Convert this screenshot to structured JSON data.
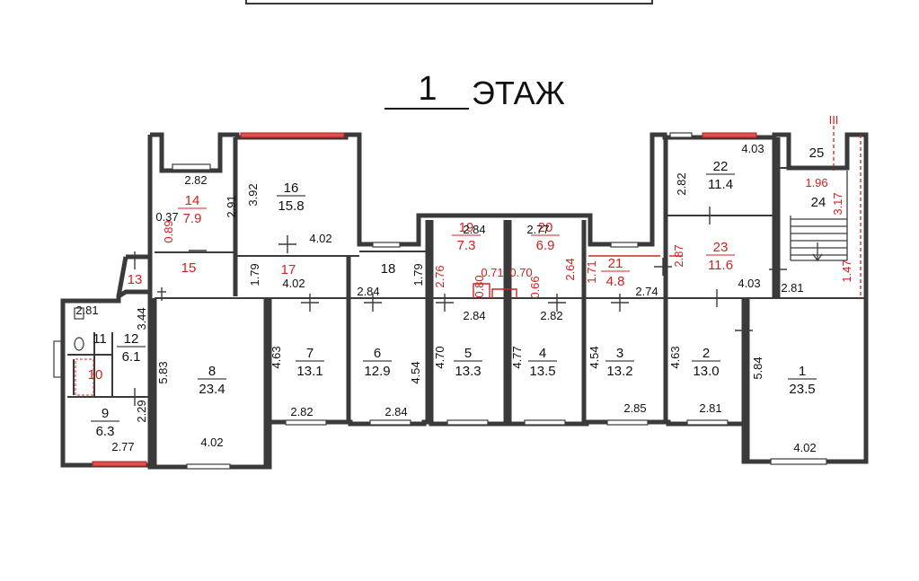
{
  "title": {
    "number": "1",
    "word": "ЭТАЖ"
  },
  "stair_mark": "III",
  "rooms": [
    {
      "id": "1",
      "area": "23.5"
    },
    {
      "id": "2",
      "area": "13.0"
    },
    {
      "id": "3",
      "area": "13.2"
    },
    {
      "id": "4",
      "area": "13.5"
    },
    {
      "id": "5",
      "area": "13.3"
    },
    {
      "id": "6",
      "area": "12.9"
    },
    {
      "id": "7",
      "area": "13.1"
    },
    {
      "id": "8",
      "area": "23.4"
    },
    {
      "id": "9",
      "area": "6.3"
    },
    {
      "id": "10",
      "area": ""
    },
    {
      "id": "11",
      "area": ""
    },
    {
      "id": "12",
      "area": "6.1"
    },
    {
      "id": "13",
      "area": ""
    },
    {
      "id": "14",
      "area": "7.9"
    },
    {
      "id": "15",
      "area": ""
    },
    {
      "id": "16",
      "area": "15.8"
    },
    {
      "id": "17",
      "area": ""
    },
    {
      "id": "18",
      "area": ""
    },
    {
      "id": "19",
      "area": "7.3"
    },
    {
      "id": "20",
      "area": "6.9"
    },
    {
      "id": "21",
      "area": "4.8"
    },
    {
      "id": "22",
      "area": "11.4"
    },
    {
      "id": "23",
      "area": "11.6"
    },
    {
      "id": "24",
      "area": ""
    },
    {
      "id": "25",
      "area": ""
    }
  ],
  "dimensions": [
    "2.82",
    "0.37",
    "0.89",
    "2.91",
    "3.92",
    "4.02",
    "4.02",
    "1.79",
    "1.79",
    "2.84",
    "2.84",
    "2.76",
    "2.77",
    "2.64",
    "1.71",
    "2.74",
    "2.87",
    "0.71",
    "0.80",
    "0.70",
    "0.66",
    "2.84",
    "2.82",
    "4.03",
    "2.82",
    "4.03",
    "2.81",
    "1.96",
    "3.17",
    "1.47",
    "2.81",
    "3.44",
    "5.83",
    "4.63",
    "4.54",
    "4.70",
    "4.77",
    "4.54",
    "4.63",
    "5.84",
    "4.02",
    "2.82",
    "2.84",
    "2.85",
    "2.81",
    "4.02",
    "2.29",
    "2.77"
  ]
}
